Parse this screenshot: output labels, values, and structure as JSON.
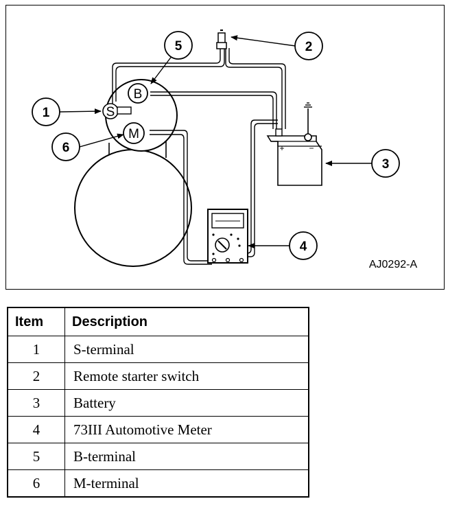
{
  "figure": {
    "id_label": "AJ0292-A",
    "terminal_letters": {
      "s": "S",
      "b": "B",
      "m": "M"
    },
    "battery_signs": {
      "positive": "+",
      "negative": "−"
    },
    "callouts": [
      "1",
      "2",
      "3",
      "4",
      "5",
      "6"
    ]
  },
  "table": {
    "headers": {
      "item": "Item",
      "description": "Description"
    },
    "rows": [
      {
        "item": "1",
        "description": "S-terminal"
      },
      {
        "item": "2",
        "description": "Remote starter switch"
      },
      {
        "item": "3",
        "description": "Battery"
      },
      {
        "item": "4",
        "description": "73III Automotive Meter"
      },
      {
        "item": "5",
        "description": "B-terminal"
      },
      {
        "item": "6",
        "description": "M-terminal"
      }
    ]
  }
}
